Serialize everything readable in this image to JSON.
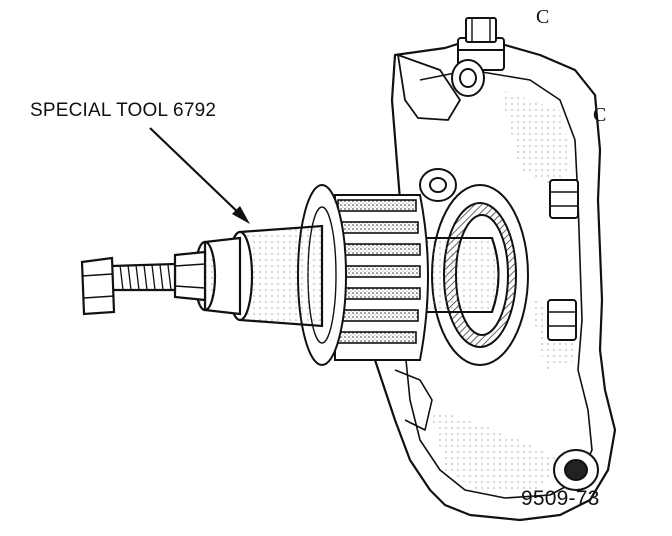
{
  "labels": {
    "callout": "SPECIAL TOOL 6792",
    "figure_number": "9509-73",
    "mark_top": "C",
    "mark_right": "C"
  },
  "colors": {
    "ink": "#111111",
    "paper": "#ffffff",
    "shade": "#bdbdbd"
  }
}
